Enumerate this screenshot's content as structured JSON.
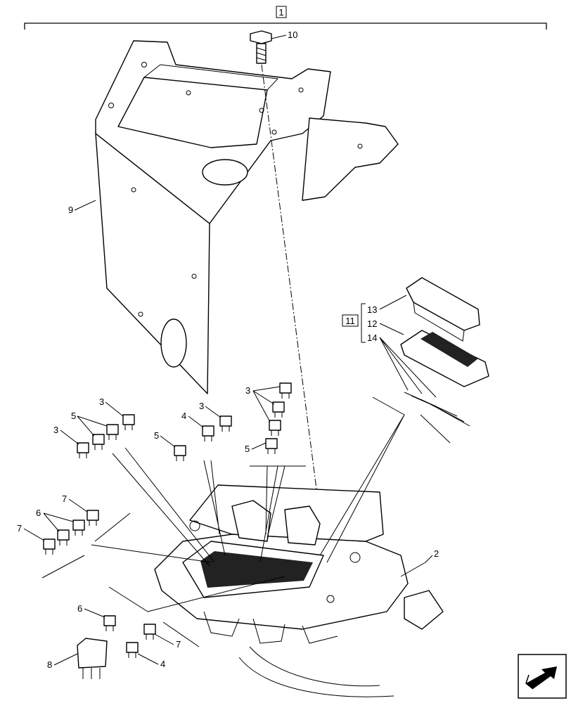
{
  "diagram": {
    "callouts": {
      "c1": "1",
      "c2": "2",
      "c3a": "3",
      "c3b": "3",
      "c3c": "3",
      "c3d": "3",
      "c4a": "4",
      "c4b": "4",
      "c5a": "5",
      "c5b": "5",
      "c5c": "5",
      "c6a": "6",
      "c6b": "6",
      "c7a": "7",
      "c7b": "7",
      "c7c": "7",
      "c8": "8",
      "c9": "9",
      "c10": "10",
      "c11": "11",
      "c12": "12",
      "c13": "13",
      "c14": "14"
    },
    "icons": {
      "nav": "next-page-arrow-icon"
    }
  }
}
